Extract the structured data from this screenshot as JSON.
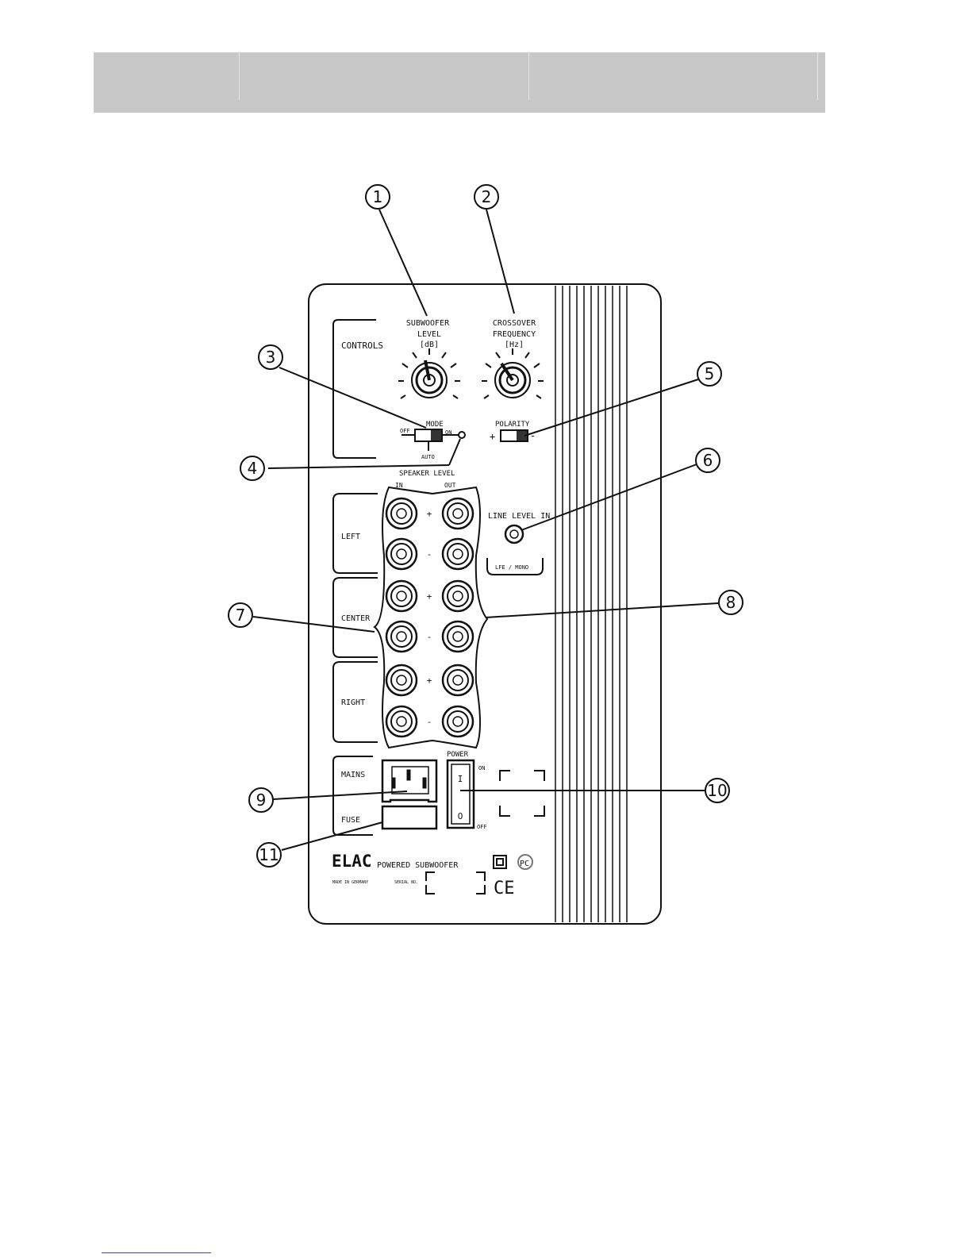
{
  "panel": {
    "controls_label": "CONTROLS",
    "subwoofer_level": {
      "line1": "SUBWOOFER",
      "line2": "LEVEL",
      "unit": "[dB]"
    },
    "crossover_frequency": {
      "line1": "CROSSOVER",
      "line2": "FREQUENCY",
      "unit": "[Hz]"
    },
    "mode": {
      "label": "MODE",
      "off": "OFF",
      "on": "ON",
      "auto": "AUTO"
    },
    "polarity": {
      "label": "POLARITY",
      "plus": "+",
      "minus": "-"
    },
    "speaker_level": {
      "label": "SPEAKER LEVEL",
      "in": "IN",
      "out": "OUT"
    },
    "channels": {
      "left": "LEFT",
      "center": "CENTER",
      "right": "RIGHT"
    },
    "signs": {
      "plus": "+",
      "minus": "-"
    },
    "line_level_in": {
      "label": "LINE LEVEL IN",
      "sub": "LFE / MONO"
    },
    "mains_label": "MAINS",
    "fuse_label": "FUSE",
    "power": {
      "label": "POWER",
      "on": "ON",
      "off": "OFF",
      "i": "I",
      "o": "O"
    },
    "brand": "ELAC",
    "product": "POWERED SUBWOOFER",
    "made_in": "MADE IN GERMANY",
    "serial": "SERIAL NO.",
    "ce": "CE"
  },
  "callouts": [
    "1",
    "2",
    "3",
    "4",
    "5",
    "6",
    "7",
    "8",
    "9",
    "10",
    "11"
  ]
}
